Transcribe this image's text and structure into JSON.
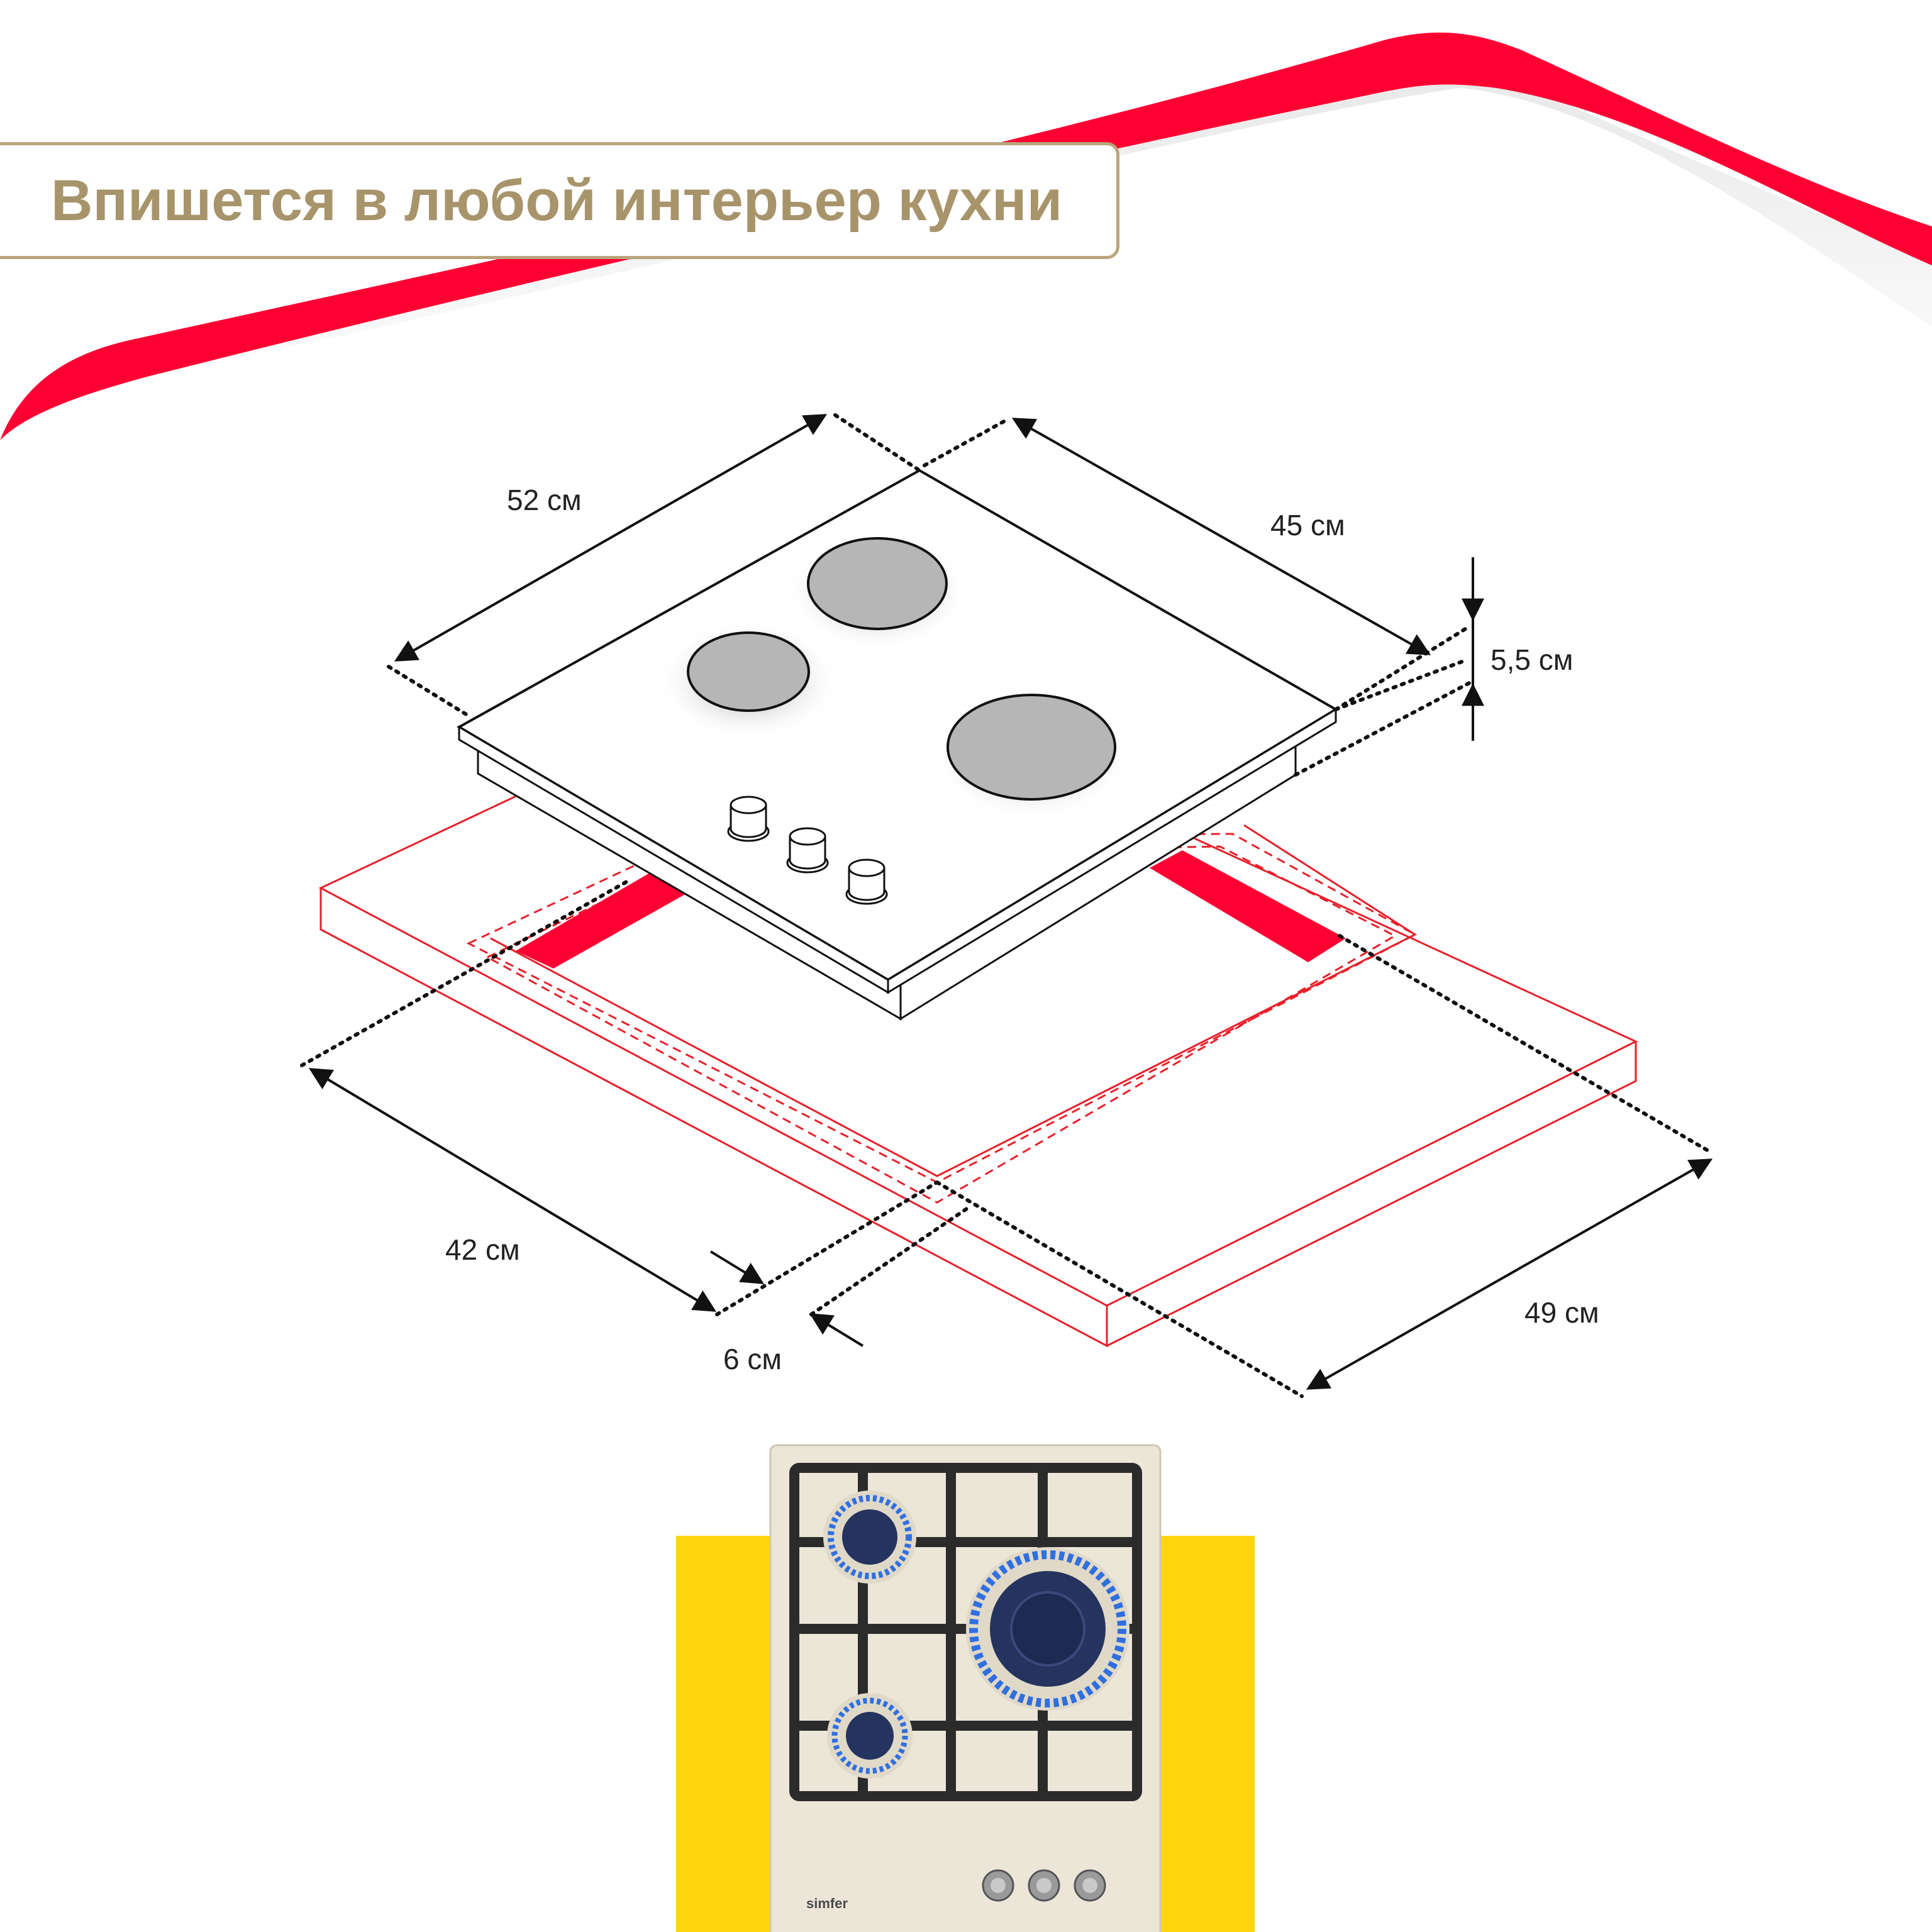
{
  "title": "Впишется в любой интерьер кухни",
  "dimensions": {
    "hob_width": "52 см",
    "hob_depth": "45 см",
    "hob_height": "5,5 см",
    "cutout_width": "42 см",
    "cutout_depth": "49 см",
    "cutout_offset": "6 см"
  },
  "product": {
    "brand": "simfer",
    "burner_count": 3,
    "knob_count": 3
  },
  "colors": {
    "accent_red": "#ff0033",
    "title_gold": "#a8946b",
    "photo_background_yellow": "#fdd60f",
    "hob_surface_beige": "#ece6d9",
    "grate_dark": "#2b2b2b",
    "flame_blue": "#2f6fe0"
  }
}
